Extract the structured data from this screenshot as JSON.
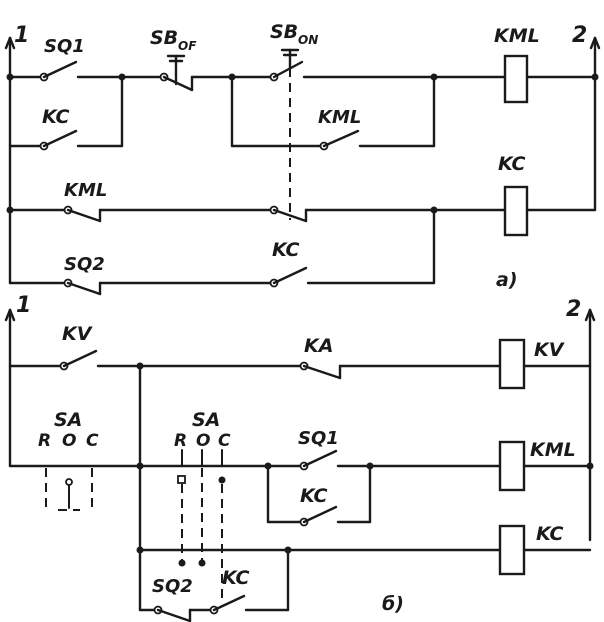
{
  "diagram_a": {
    "rail_left_label": "1",
    "rail_right_label": "2",
    "subfigure_label": "a)",
    "labels": {
      "sq1": "SQ1",
      "sb_off": "SB",
      "sb_off_sub": "OF",
      "sb_on": "SB",
      "sb_on_sub": "ON",
      "kc_contact": "KC",
      "kml_hold": "KML",
      "kml_coil": "KML",
      "kml_nc": "KML",
      "kc_coil": "KC",
      "sq2": "SQ2",
      "kc_bottom": "KC"
    }
  },
  "diagram_b": {
    "rail_left_label": "1",
    "rail_right_label": "2",
    "subfigure_label": "б)",
    "labels": {
      "kv_contact": "KV",
      "ka_contact": "KA",
      "kv_coil": "KV",
      "sa_left": "SA",
      "sa_left_positions": [
        "R",
        "O",
        "C"
      ],
      "sa_mid": "SA",
      "sa_mid_positions": [
        "R",
        "O",
        "C"
      ],
      "sq1": "SQ1",
      "kml_coil": "KML",
      "kc_contact": "KC",
      "kc_coil": "KC",
      "sq2": "SQ2",
      "kc_bottom": "KC"
    }
  }
}
